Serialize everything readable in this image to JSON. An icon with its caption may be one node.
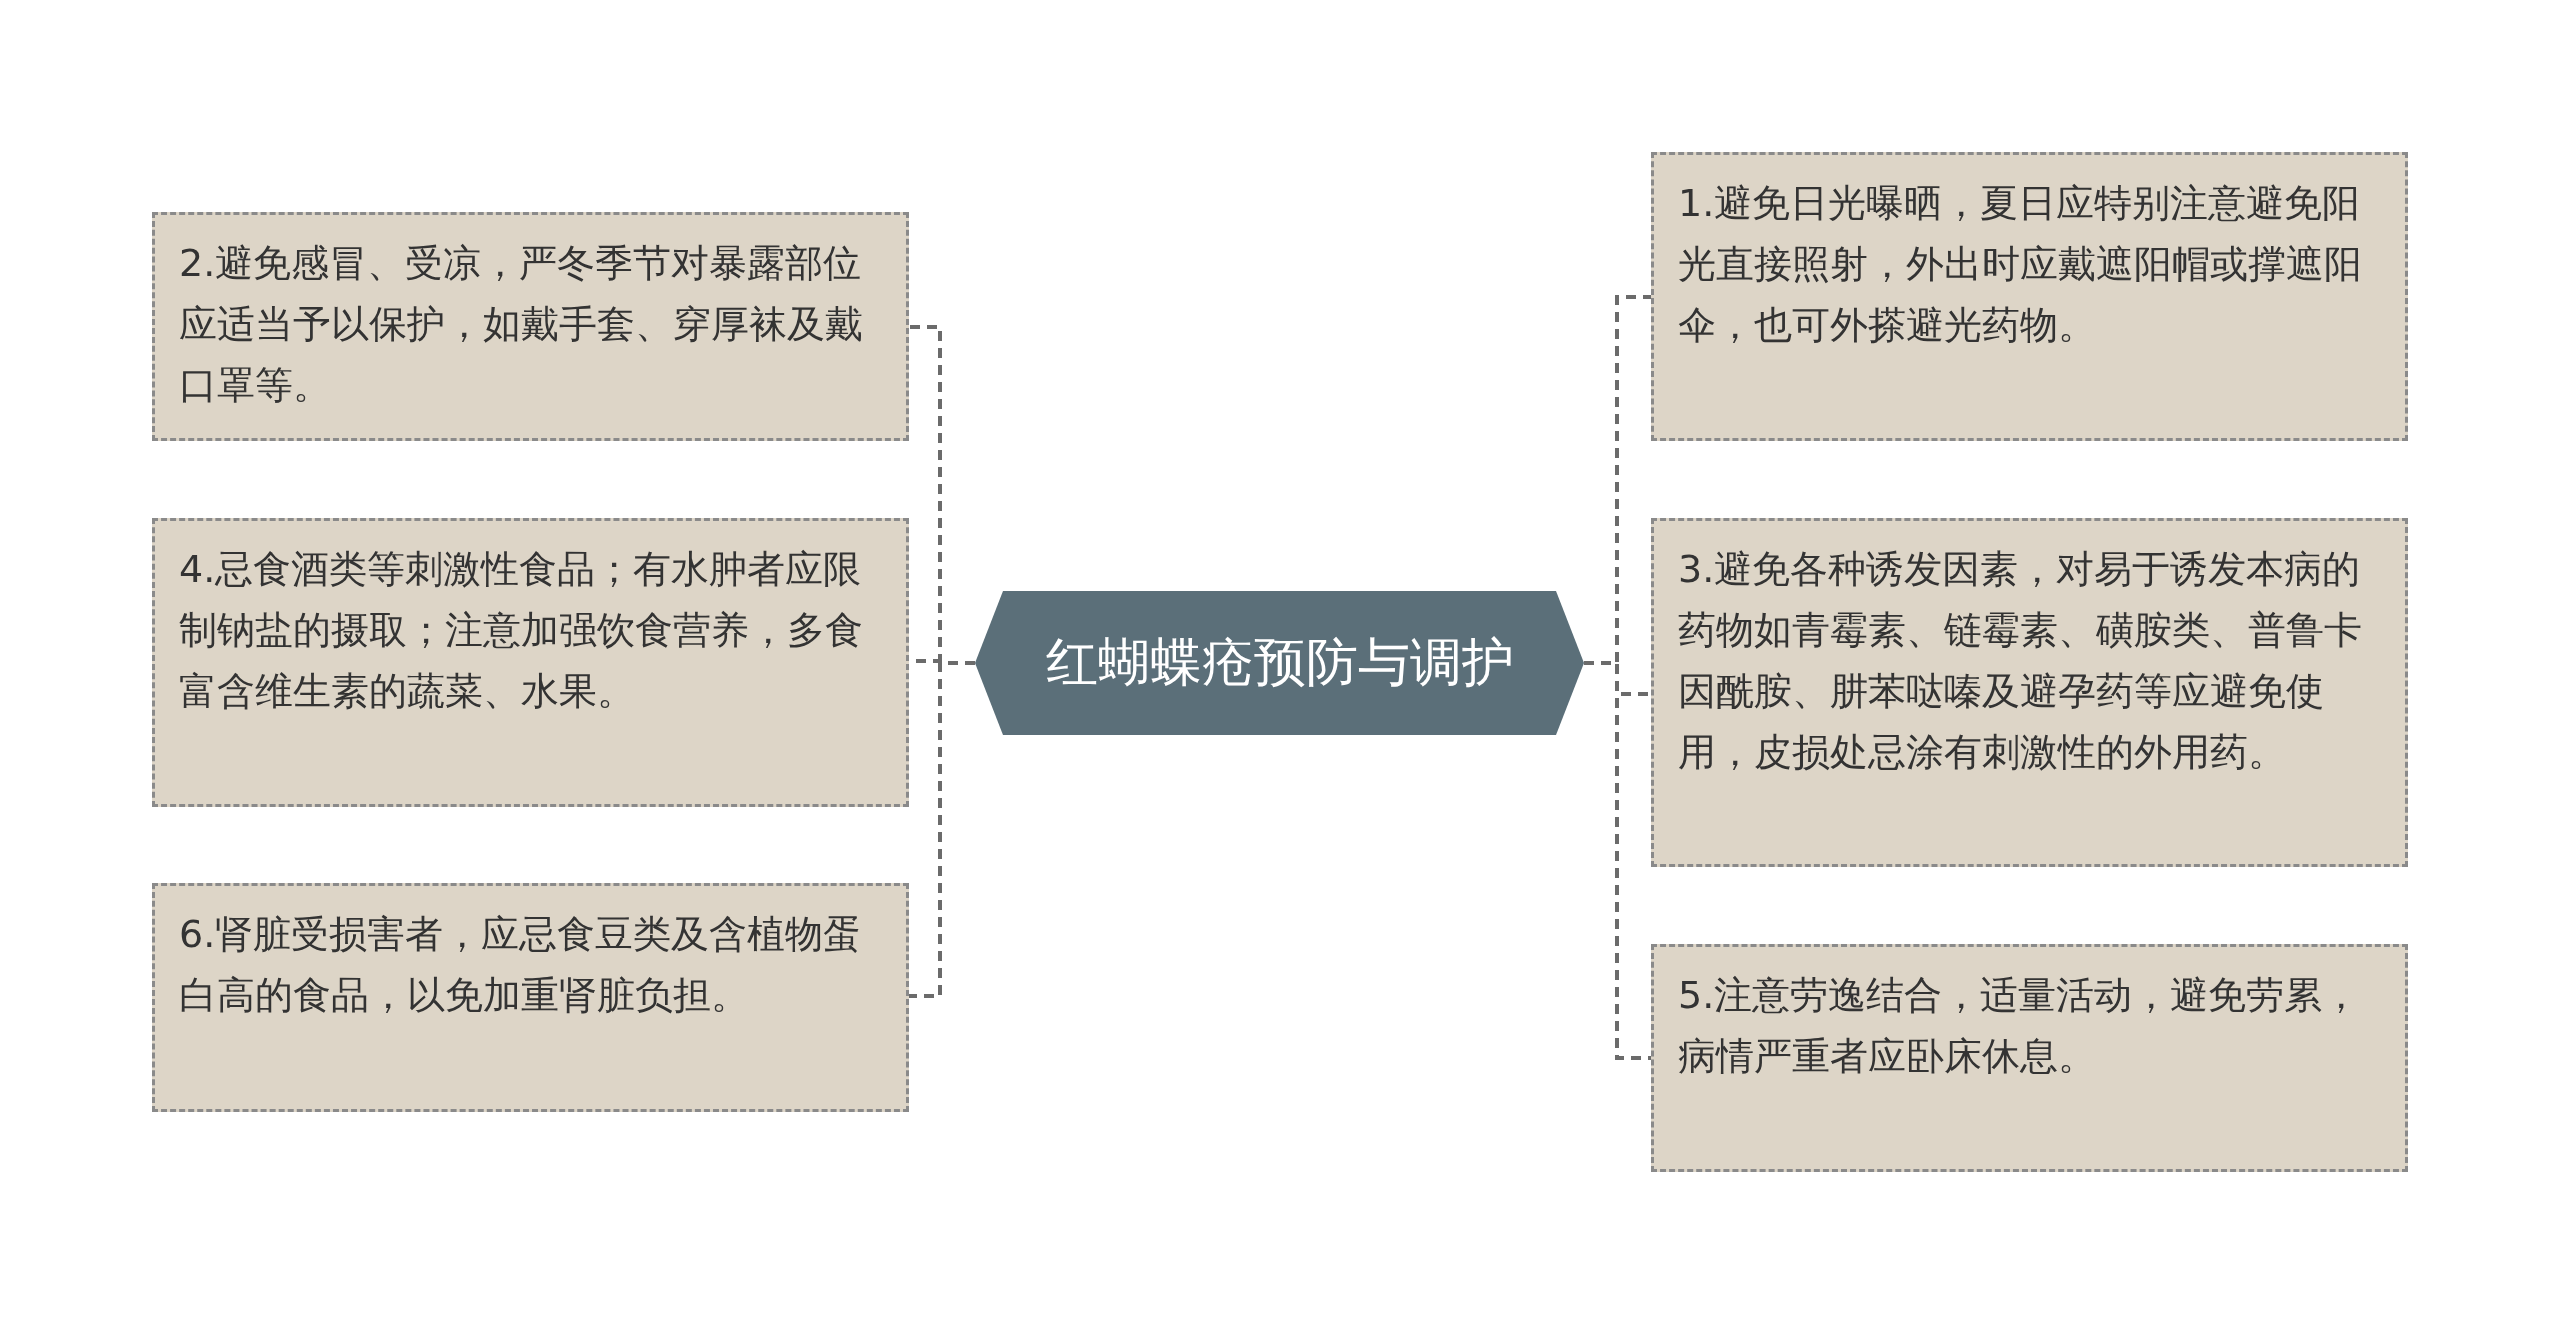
{
  "diagram": {
    "nodes": [
      {
        "text": [
          "红蝴蝶疮预防与调护"
        ]
      },
      {
        "text": [
          "1.避免日光曝晒，夏日应特别注意避免阳光直接照射，外出时应戴遮阳帽或撑遮阳伞，也可外搽避光药物。"
        ]
      },
      {
        "text": [
          "2.避免感冒、受凉，严冬季节对暴露部位应适当予以保护，如戴手套、穿厚袜及戴口罩等。"
        ]
      },
      {
        "text": [
          "3.避免各种诱发因素，对易于诱发本病的药物如青霉素、链霉素、磺胺类、普鲁卡因酰胺、肼苯哒嗪及避孕药等应避免使用，皮损处忌涂有刺激性的外用药。"
        ]
      },
      {
        "text": [
          "4.忌食酒类等刺激性食品；有水肿者应限制钠盐的摄取；注意加强饮食营养，多食富含维生素的蔬菜、水果。"
        ]
      },
      {
        "text": [
          "5.注意劳逸结合，适量活动，避免劳累，病情严重者应卧床休息。"
        ]
      },
      {
        "text": [
          "6.肾脏受损害者，应忌食豆类及含植物蛋白高的食品，以免加重肾脏负担。"
        ]
      }
    ],
    "edges": [
      {
        "from": 0,
        "to": 1,
        "arrow": "none",
        "style": "dashed"
      },
      {
        "from": 0,
        "to": 2,
        "arrow": "none",
        "style": "dashed"
      },
      {
        "from": 0,
        "to": 3,
        "arrow": "none",
        "style": "dashed"
      },
      {
        "from": 0,
        "to": 4,
        "arrow": "none",
        "style": "dashed"
      },
      {
        "from": 0,
        "to": 5,
        "arrow": "none",
        "style": "dashed"
      },
      {
        "from": 0,
        "to": 6,
        "arrow": "none",
        "style": "dashed"
      }
    ]
  }
}
